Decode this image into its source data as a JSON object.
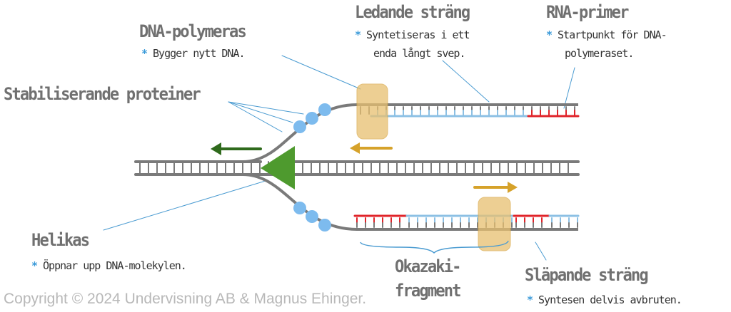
{
  "labels": {
    "dna_polymerase": {
      "title": "DNA-polymeras",
      "note": "Bygger nytt DNA."
    },
    "leading_strand": {
      "title": "Ledande sträng",
      "note_line1": "Syntetiseras i ett",
      "note_line2": "enda långt svep."
    },
    "rna_primer": {
      "title": "RNA-primer",
      "note_line1": "Startpunkt för DNA-",
      "note_line2": "polymeraset."
    },
    "ssb": {
      "title": "Stabiliserande proteiner"
    },
    "helicase": {
      "title": "Helikas",
      "note": "Öppnar upp DNA-molekylen."
    },
    "okazaki": {
      "title_line1": "Okazaki-",
      "title_line2": "fragment"
    },
    "lagging_strand": {
      "title": "Släpande sträng",
      "note": "Syntesen delvis avbruten."
    }
  },
  "bullet": "*",
  "copyright": "Copyright © 2024 Undervisning AB & Magnus Ehinger.",
  "colors": {
    "template": "#7a7a7a",
    "new_dna": "#8cc0e4",
    "rna": "#e0242a",
    "polymerase": "#e8c070",
    "helicase": "#4e9a2e",
    "ssb": "#7dbbee",
    "leader": "#4a9bd1"
  }
}
